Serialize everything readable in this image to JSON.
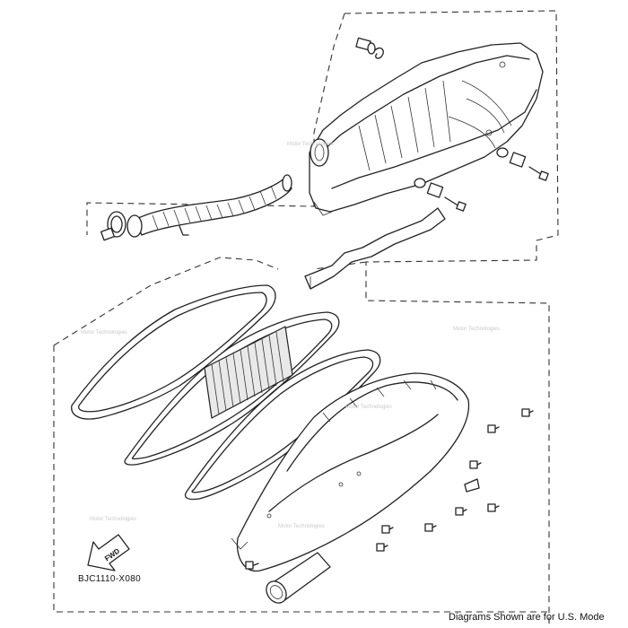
{
  "diagram": {
    "part_code": "BJC1110-X080",
    "direction_label": "FWD",
    "footer_note": "Diagrams Shown are for U.S. Mode",
    "colors": {
      "line": "#222222",
      "background": "#ffffff",
      "watermark": "#c9c9c9"
    },
    "icons": [
      "fwd-arrow-icon"
    ]
  }
}
